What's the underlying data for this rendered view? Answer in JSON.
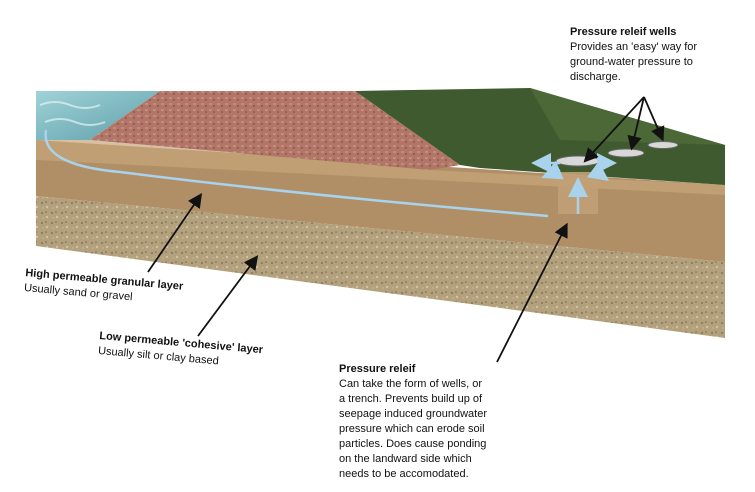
{
  "labels": {
    "wells": {
      "title": "Pressure releif wells",
      "body": [
        "Provides an 'easy' way for",
        "ground-water pressure to",
        "discharge."
      ]
    },
    "granular": {
      "title": "High permeable granular layer",
      "body": "Usually sand or gravel"
    },
    "cohesive": {
      "title": "Low permeable 'cohesive' layer",
      "body": "Usually silt or clay based"
    },
    "relief": {
      "title": "Pressure releif",
      "body": [
        "Can take the form of wells, or",
        "a trench. Prevents build up of",
        "seepage induced groundwater",
        "pressure which can erode soil",
        "particles. Does cause ponding",
        "on the landward side which",
        "needs to be accomodated."
      ]
    }
  },
  "colors": {
    "water": "#8fc6cc",
    "embankment": "#b57a6c",
    "grass": "#3f5a2e",
    "sand_layer": "#b49369",
    "gravel_layer": "#b6a27e",
    "flow_arrow": "#a9d3ec",
    "pointer": "#111111"
  }
}
